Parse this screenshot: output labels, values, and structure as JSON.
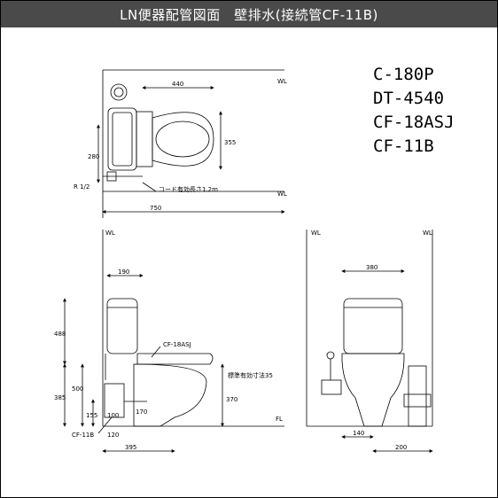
{
  "title": "LN便器配管図面　壁排水(接続管CF-11B)",
  "models": [
    "C-180P",
    "DT-4540",
    "CF-18ASJ",
    "CF-11B"
  ],
  "top_view": {
    "wall_label_top": "WL",
    "wall_label_bottom": "WL",
    "dim_width": "440",
    "dim_depth": "355",
    "dim_left_height": "280",
    "dim_total": "750",
    "pipe_label": "R 1/2",
    "cord_label": "コード有効長さ1.2m"
  },
  "side_view": {
    "wall_label": "WL",
    "floor_label": "FL",
    "dim_top": "190",
    "dim_tank_height": "488",
    "dim_seat_height": "500",
    "dim_drain_height": "385",
    "dim_supply_height": "155",
    "dim_bowl_height": "370",
    "dim_small_a": "100",
    "dim_small_b": "170",
    "dim_small_c": "120",
    "dim_bottom": "395",
    "dim_side": "標準有効寸法35",
    "part_seat": "CF-18ASJ",
    "part_pipe": "CF-11B"
  },
  "front_view": {
    "wall_label_left": "WL",
    "wall_label_right": "WL",
    "dim_width": "380",
    "dim_left": "140",
    "dim_right": "200"
  }
}
